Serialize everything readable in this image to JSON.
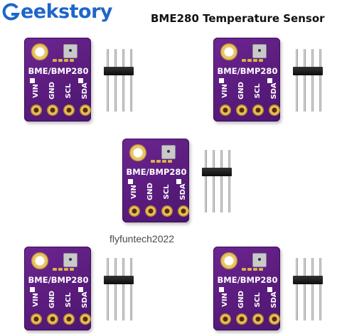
{
  "brand": {
    "name": "eekstory",
    "logo_icon": "g-logo-icon",
    "logo_color": "#1e66c9"
  },
  "page_title": "BME280 Temperature Sensor",
  "watermark": "flyfuntech2022",
  "board": {
    "model_label": "BME/BMP280",
    "pins": [
      "VIN",
      "GND",
      "SCL",
      "SDA"
    ],
    "pcb_color": "#5a1c7d",
    "header_pin_count": 4
  },
  "unit_count": 5
}
